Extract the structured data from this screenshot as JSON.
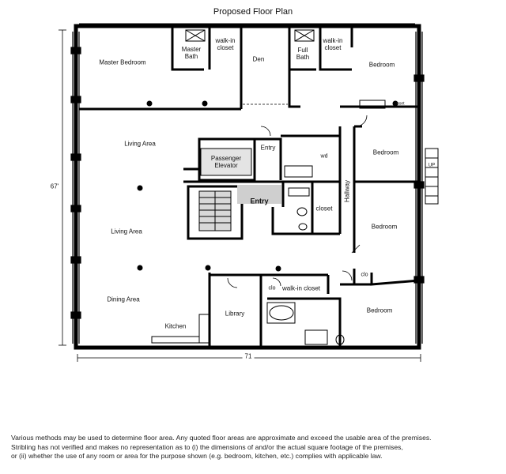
{
  "title": "Proposed Floor Plan",
  "dimensions": {
    "height": "67'",
    "width": "71"
  },
  "rooms": {
    "master_bedroom": "Master Bedroom",
    "master_bath": "Master\nBath",
    "walkin_closet_1": "walk-in\ncloset",
    "den": "Den",
    "full_bath": "Full\nBath",
    "walkin_closet_2": "walk-in\ncloset",
    "bedroom_1": "Bedroom",
    "living_area_1": "Living Area",
    "passenger_elevator": "Passenger\nElevator",
    "entry_small": "Entry",
    "wd": "wd",
    "bedroom_2": "Bedroom",
    "entry_bold": "Entry",
    "closet": "closet",
    "hallway": "Hallway",
    "living_area_2": "Living Area",
    "bedroom_3": "Bedroom",
    "clo_1": "clo",
    "clo_2": "clo",
    "walkin_closet_3": "walk-in closet",
    "dining_area": "Dining Area",
    "library": "Library",
    "bedroom_4": "Bedroom",
    "kitchen": "Kitchen",
    "closet_small": "closet",
    "up": "UP"
  },
  "disclaimer": [
    "Various methods may be used to determine floor area.  Any quoted floor areas are approximate and exceed the usable area of the premises.",
    "Stribling has not verified and makes no representation as to (i) the dimensions of and/or the actual square footage of the premises,",
    "or (ii) whether the use of any room or area for the purpose shown (e.g. bedroom, kitchen, etc.) complies with applicable law."
  ]
}
